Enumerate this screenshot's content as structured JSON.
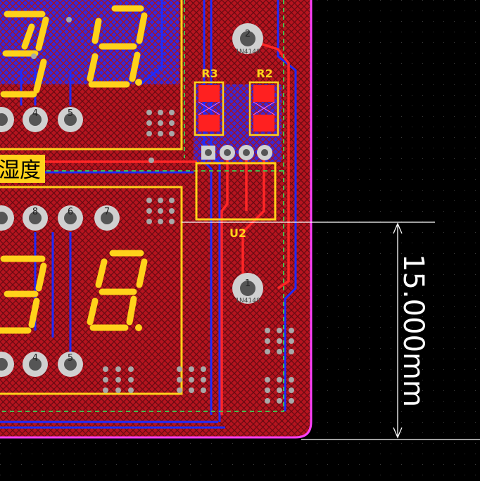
{
  "designators": {
    "r3": "R3",
    "r2": "R2",
    "u2": "U2"
  },
  "silk_label": "湿度",
  "pad_numbers": [
    "4",
    "5",
    "8",
    "6",
    "7",
    "4",
    "5",
    "2",
    "1"
  ],
  "pad_texts": [
    "1N4148",
    "1N4148"
  ],
  "dimension": {
    "label": "15.000mm"
  },
  "colors": {
    "board_fill": "#b5141f",
    "hatch": "#6a0a12",
    "bottom_trace": "#1e2aff",
    "silkscreen": "#ffd21a",
    "board_outline": "#ff40ff",
    "keepout": "#49b84b",
    "pad_copper": "#d0d0d0",
    "via": "#a8a8a8",
    "dimension_line": "#ffffff",
    "smd_pad": "#ff2020"
  }
}
